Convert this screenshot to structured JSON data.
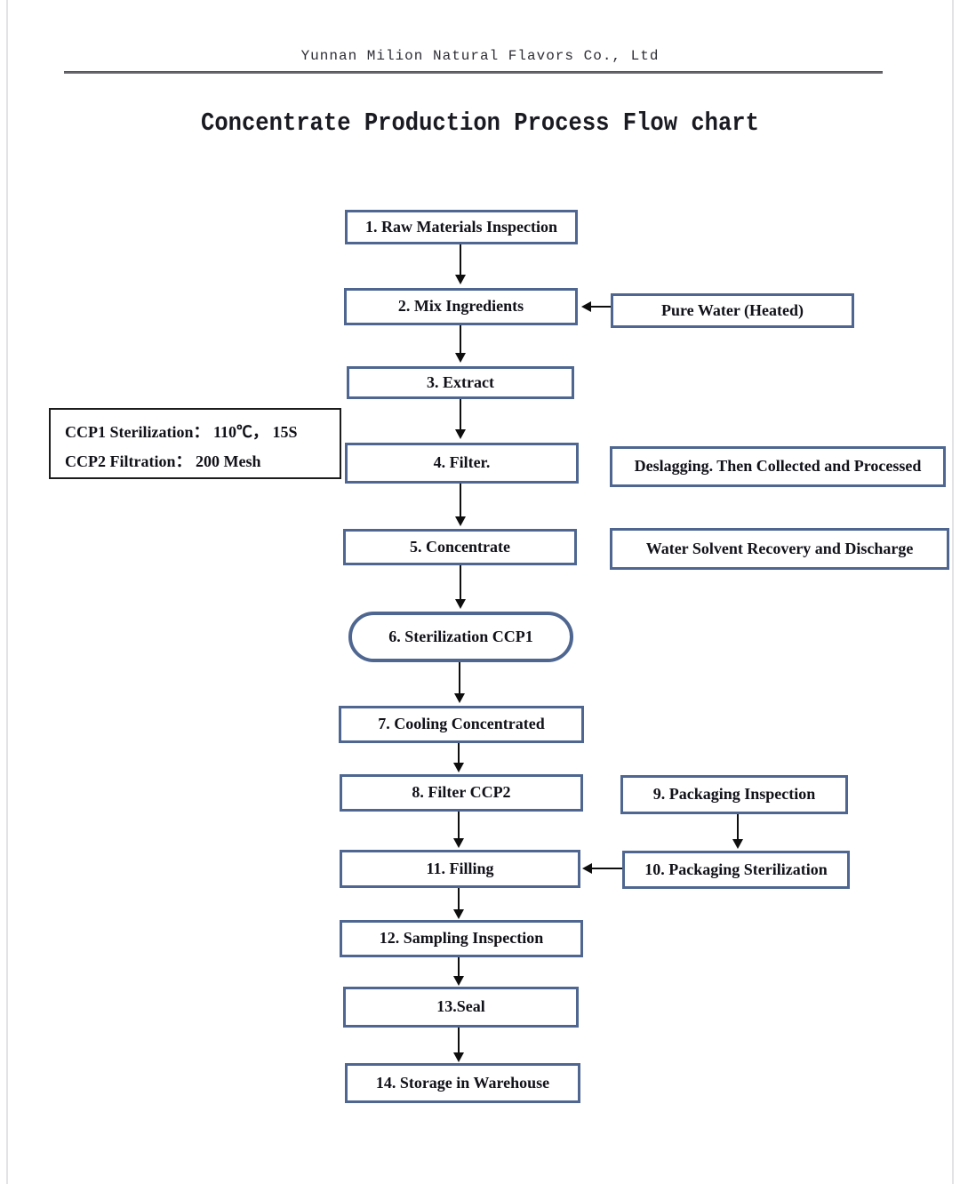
{
  "header": {
    "company": "Yunnan Milion Natural Flavors Co., Ltd",
    "title": "Concentrate Production Process Flow chart"
  },
  "diagram": {
    "type": "flowchart",
    "main_steps": [
      {
        "label": "1. Raw Materials Inspection",
        "shape": "rect"
      },
      {
        "label": "2. Mix Ingredients",
        "shape": "rect"
      },
      {
        "label": "3. Extract",
        "shape": "rect"
      },
      {
        "label": "4. Filter.",
        "shape": "rect"
      },
      {
        "label": "5. Concentrate",
        "shape": "rect"
      },
      {
        "label": "6. Sterilization CCP1",
        "shape": "stadium"
      },
      {
        "label": "7. Cooling Concentrated",
        "shape": "rect"
      },
      {
        "label": "8. Filter CCP2",
        "shape": "rect"
      },
      {
        "label": "11. Filling",
        "shape": "rect"
      },
      {
        "label": "12. Sampling Inspection",
        "shape": "rect"
      },
      {
        "label": "13.Seal",
        "shape": "rect"
      },
      {
        "label": "14. Storage in Warehouse",
        "shape": "rect"
      }
    ],
    "side_boxes": {
      "pure_water": "Pure Water (Heated)",
      "deslagging": "Deslagging. Then Collected and Processed",
      "water_solvent": "Water Solvent Recovery and Discharge",
      "packaging_inspection": "9. Packaging Inspection",
      "packaging_sterilization": "10. Packaging Sterilization"
    },
    "note_box": {
      "line1": "CCP1 Sterilization： 110℃， 15S",
      "line2": "CCP2 Filtration： 200 Mesh"
    },
    "edges": [
      "1. Raw Materials Inspection → 2. Mix Ingredients",
      "Pure Water (Heated) → 2. Mix Ingredients",
      "2. Mix Ingredients → 3. Extract",
      "3. Extract → 4. Filter.",
      "4. Filter. → 5. Concentrate",
      "5. Concentrate → 6. Sterilization CCP1",
      "6. Sterilization CCP1 → 7. Cooling Concentrated",
      "7. Cooling Concentrated → 8. Filter CCP2",
      "8. Filter CCP2 → 11. Filling",
      "9. Packaging Inspection → 10. Packaging Sterilization",
      "10. Packaging Sterilization → 11. Filling",
      "11. Filling → 12. Sampling Inspection",
      "12. Sampling Inspection → 13.Seal",
      "13.Seal → 14. Storage in Warehouse"
    ]
  },
  "colors": {
    "box_border": "#4e6690",
    "note_border": "#1c1c1c",
    "arrow": "#0e0e0e",
    "rule": "#3f3f44"
  }
}
